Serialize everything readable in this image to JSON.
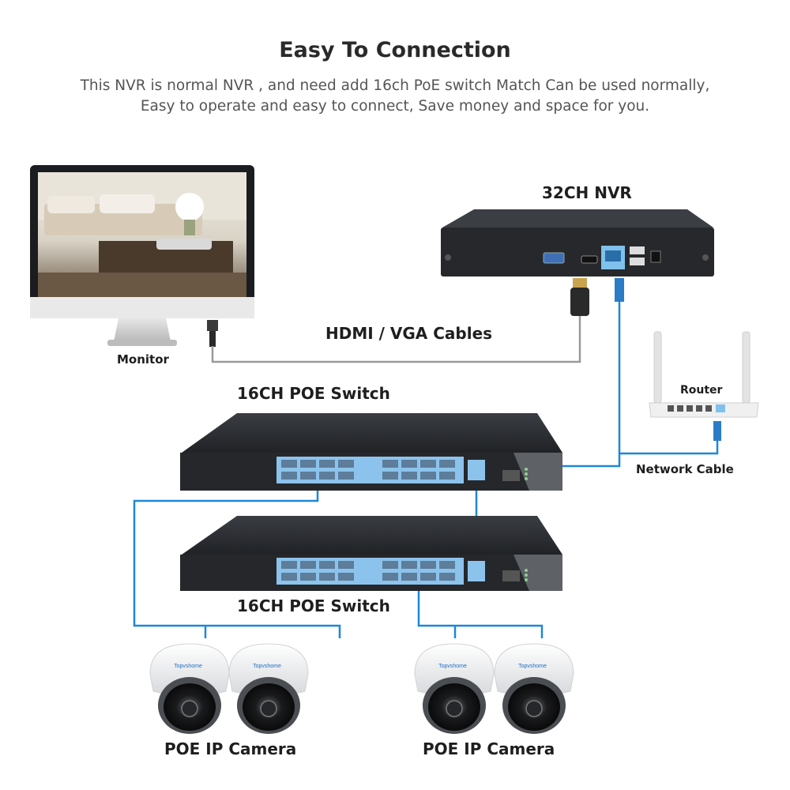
{
  "header": {
    "title": "Easy To Connection",
    "description_line1": "This NVR is normal NVR , and need add 16ch PoE switch Match Can be used normally,",
    "description_line2": "Easy to operate and easy to connect,   Save money and space for you."
  },
  "labels": {
    "nvr": "32CH NVR",
    "monitor": "Monitor",
    "hdmi_vga": "HDMI / VGA Cables",
    "router": "Router",
    "network_cable": "Network Cable",
    "switch_top": "16CH POE Switch",
    "switch_bottom": "16CH POE Switch",
    "camera_left": "POE IP Camera",
    "camera_right": "POE IP Camera"
  },
  "brand": {
    "camera_logo": "Topvshome"
  },
  "colors": {
    "network_line": "#1e88d8",
    "hdmi_line": "#9a9a9a",
    "device_dark": "#2a2c30",
    "port_blue": "#7ab8e8"
  }
}
